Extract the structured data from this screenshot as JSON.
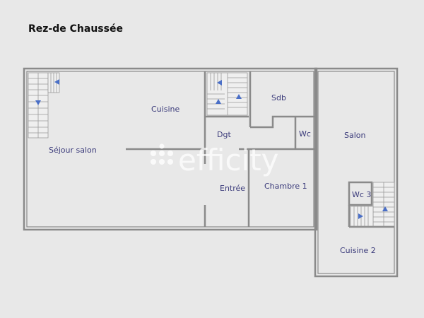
{
  "title": "Rez-de Chaussée",
  "watermark": "efficity",
  "rooms": {
    "sejour": "Séjour salon",
    "cuisine": "Cuisine",
    "dgt": "Dgt",
    "sdb": "Sdb",
    "wc": "Wc",
    "entree": "Entrée",
    "chambre1": "Chambre 1",
    "salon": "Salon",
    "wc3": "Wc 3",
    "cuisine2": "Cuisine 2"
  },
  "colors": {
    "background": "#e8e8e8",
    "wall": "#8a8a8a",
    "label": "#3a3a7a",
    "stair_arrow": "#4a6fc7"
  }
}
